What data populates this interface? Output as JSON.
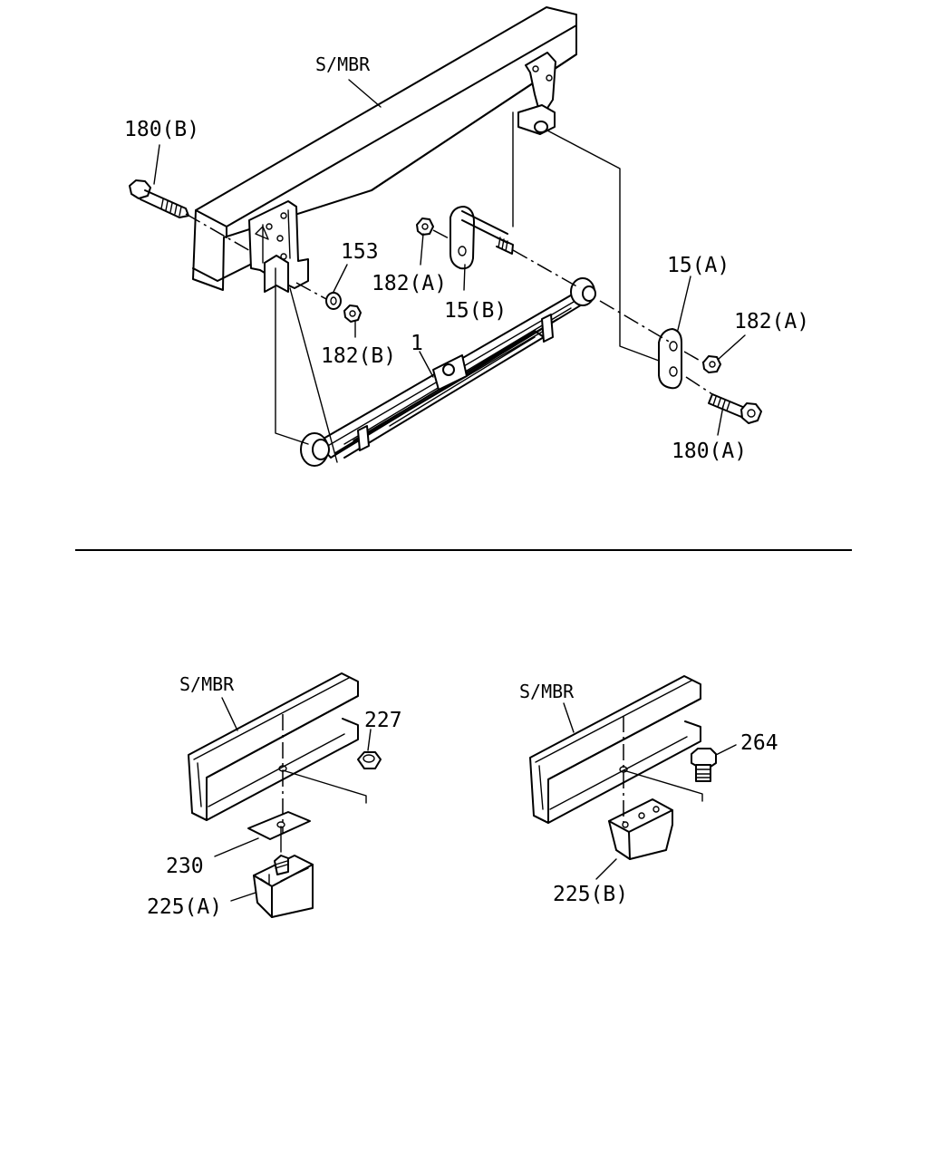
{
  "diagram": {
    "top": {
      "labels": {
        "side_member": "S/MBR",
        "bolt_b": "180(B)",
        "washer": "153",
        "nut_b": "182(B)",
        "leaf_spring": "1",
        "nut_a_upper": "182(A)",
        "shackle_b": "15(B)",
        "shackle_a": "15(A)",
        "nut_a_right": "182(A)",
        "bolt_a": "180(A)"
      }
    },
    "bottom_left": {
      "labels": {
        "side_member": "S/MBR",
        "nut": "227",
        "plate": "230",
        "bumper_a": "225(A)"
      }
    },
    "bottom_right": {
      "labels": {
        "side_member": "S/MBR",
        "bolt": "264",
        "bumper_b": "225(B)"
      }
    }
  }
}
